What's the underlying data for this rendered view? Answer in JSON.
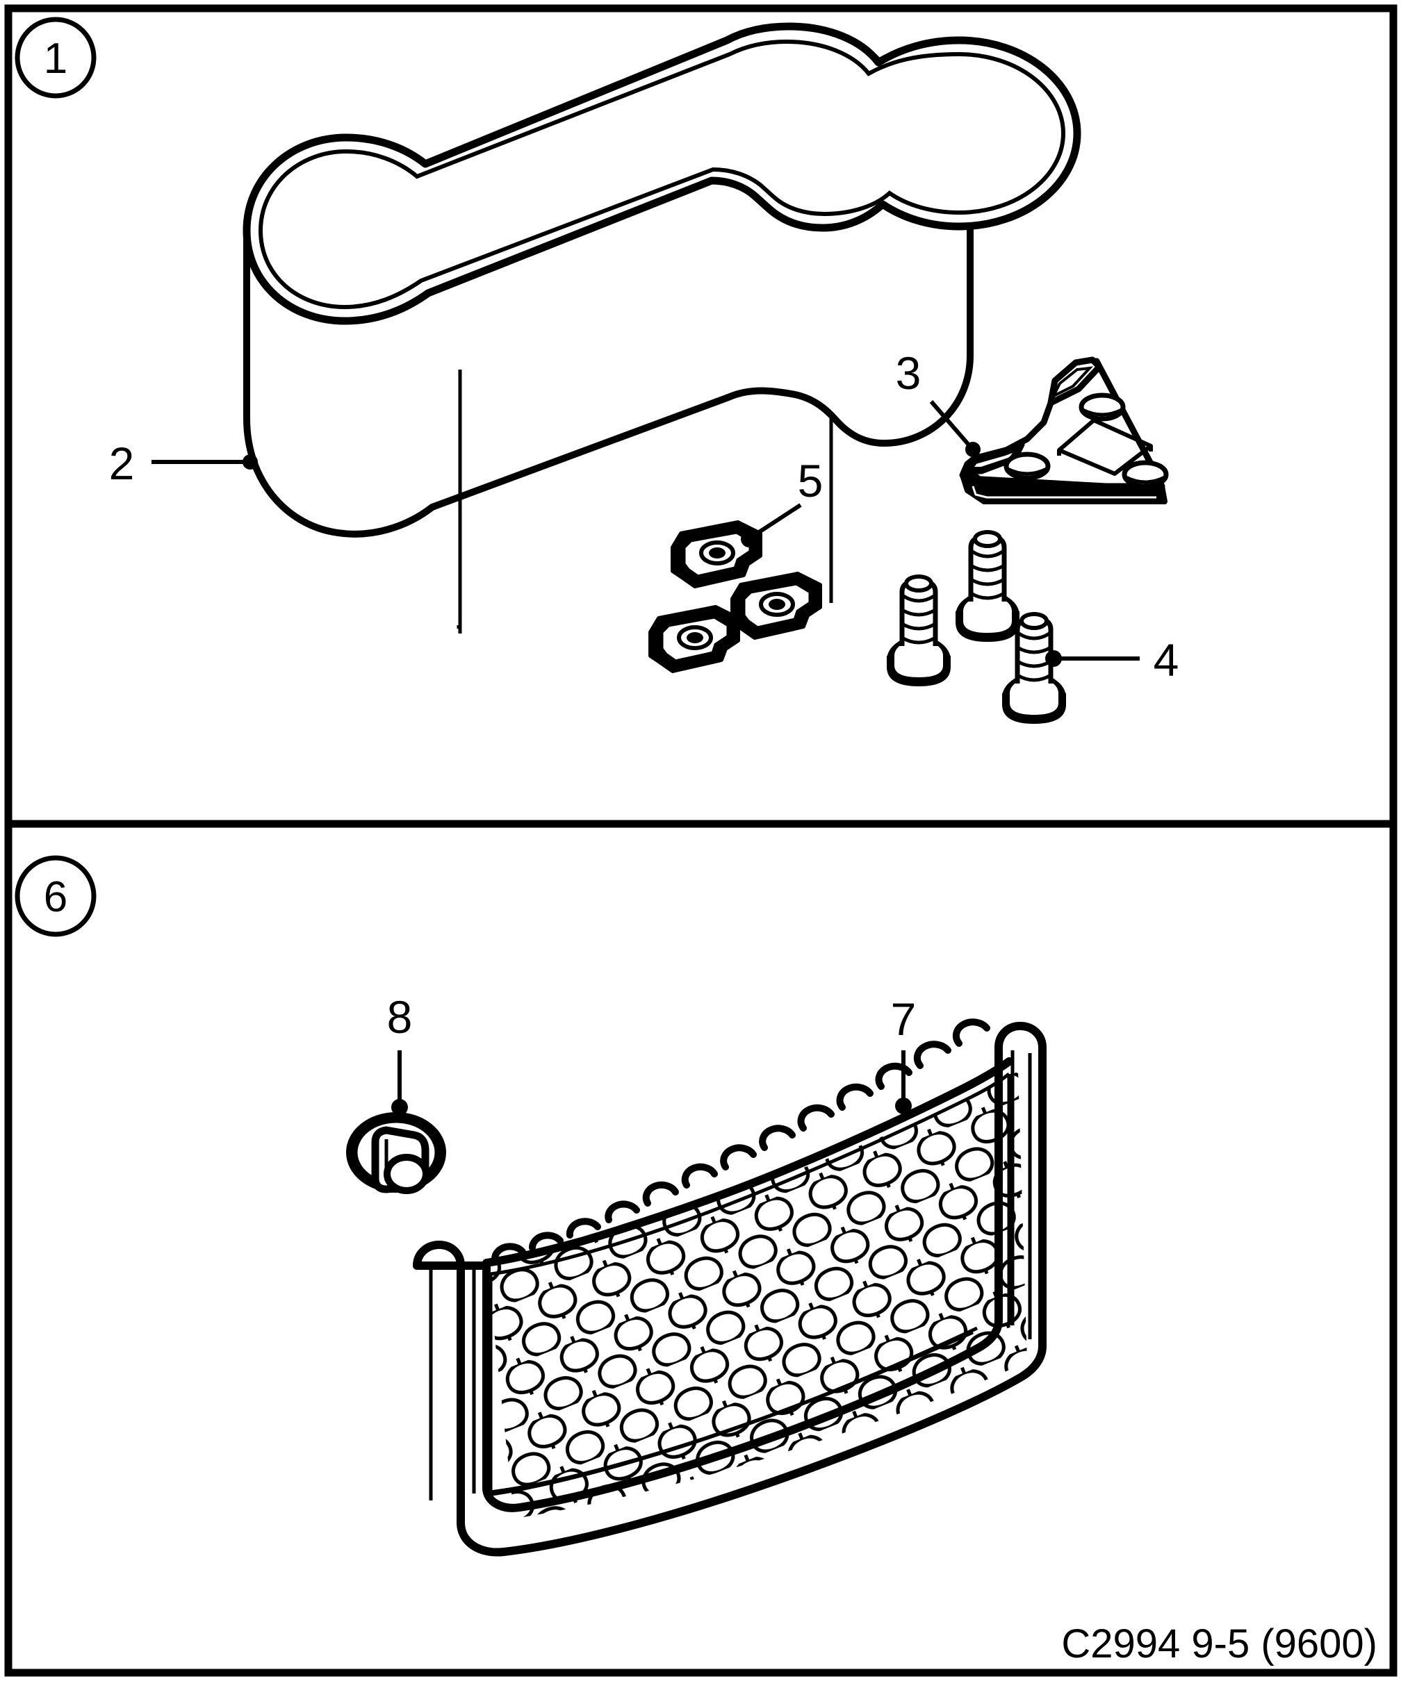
{
  "document": {
    "type": "exploded-parts-diagram",
    "caption": "C2994 9-5 (9600)",
    "background_color": "#ffffff",
    "line_color": "#000000"
  },
  "panels": [
    {
      "id": "panel-1",
      "number": "1",
      "callouts": [
        {
          "id": "callout-2",
          "number": "2",
          "part": "storage-bin"
        },
        {
          "id": "callout-3",
          "number": "3",
          "part": "mounting-bracket"
        },
        {
          "id": "callout-4",
          "number": "4",
          "part": "screw"
        },
        {
          "id": "callout-5",
          "number": "5",
          "part": "spring-clip-nut"
        }
      ]
    },
    {
      "id": "panel-6",
      "number": "6",
      "callouts": [
        {
          "id": "callout-7",
          "number": "7",
          "part": "cargo-net"
        },
        {
          "id": "callout-8",
          "number": "8",
          "part": "net-fastener-stud"
        }
      ]
    }
  ],
  "parts": {
    "storage-bin": {
      "label": "2",
      "quantity": 1
    },
    "mounting-bracket": {
      "label": "3",
      "quantity": 1
    },
    "screw": {
      "label": "4",
      "quantity": 3
    },
    "spring-clip-nut": {
      "label": "5",
      "quantity": 3
    },
    "cargo-net": {
      "label": "7",
      "quantity": 1
    },
    "net-fastener-stud": {
      "label": "8",
      "quantity": 1
    }
  }
}
